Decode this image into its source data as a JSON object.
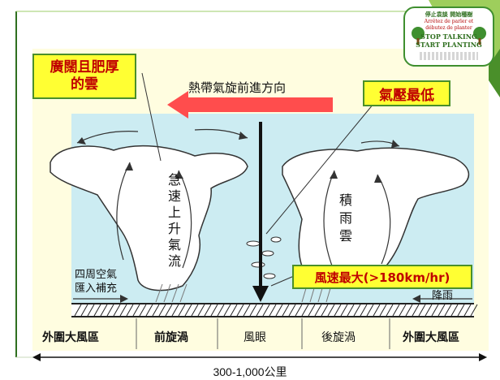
{
  "callouts": {
    "broad_thick_clouds": "廣闊且肥厚\n的雲",
    "lowest_pressure": "氣壓最低",
    "max_wind": "風速最大(>180km/hr)"
  },
  "diagram": {
    "direction_label": "熱帶氣旋前進方向",
    "updraft_label": "急速上升氣流",
    "cumulonimbus_label": "積雨雲",
    "inflow_label": "四周空氣\n匯入補充",
    "rain_label": "降雨",
    "zones": [
      "外圍大風區",
      "前旋渦",
      "風眼",
      "後旋渦",
      "外圍大風區"
    ],
    "scale_label": "300-1,000公里"
  },
  "badge": {
    "line1": "停止袁談 開始種樹",
    "line2": "Arrêtez de parler et",
    "line3": "débutez de planter",
    "line4": "STOP TALKING",
    "line5": "START PLANTING"
  },
  "colors": {
    "accent_green": "#4a8f2a",
    "callout_fill": "#ffff33",
    "callout_text": "#c00000",
    "sky": "#ccecf2",
    "arrow_red": "#ff4d4d"
  }
}
